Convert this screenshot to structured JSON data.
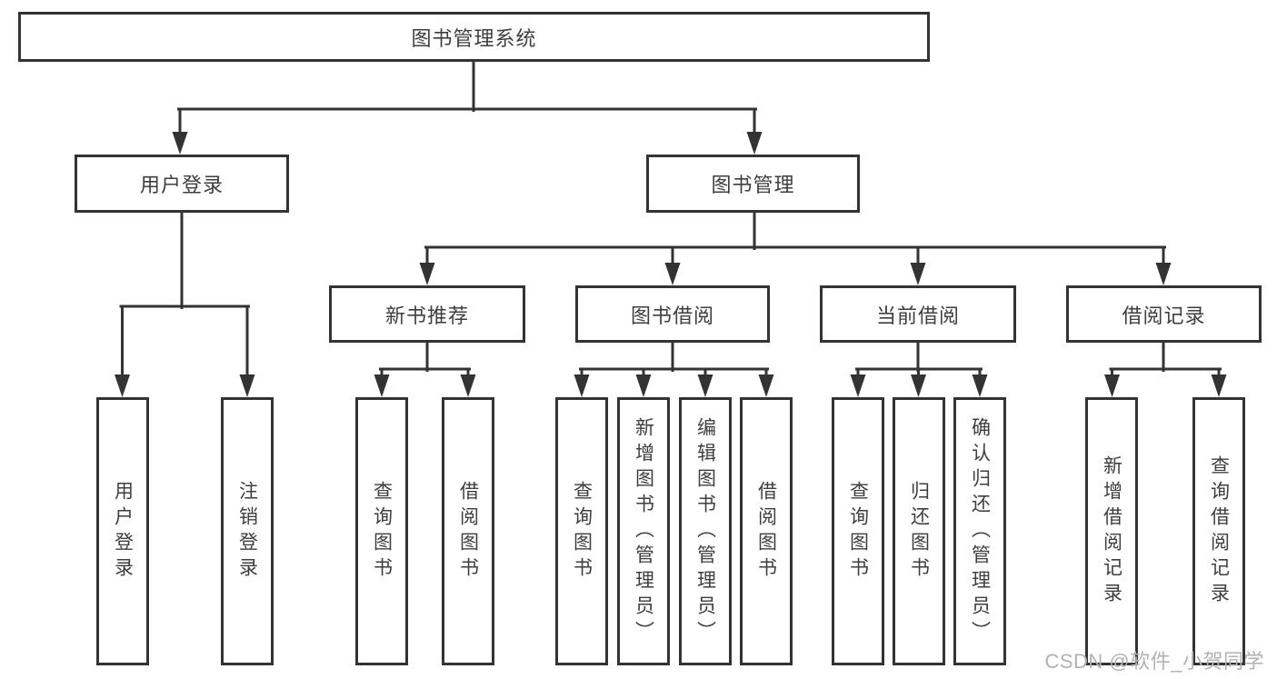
{
  "tree": {
    "root": {
      "label": "图书管理系统"
    },
    "branches": [
      {
        "label": "用户登录",
        "leaves": [
          "用户登录",
          "注销登录"
        ]
      },
      {
        "label": "图书管理",
        "groups": [
          {
            "label": "新书推荐",
            "leaves": [
              "查询图书",
              "借阅图书"
            ]
          },
          {
            "label": "图书借阅",
            "leaves": [
              "查询图书",
              "新增图书（管理员）",
              "编辑图书（管理员）",
              "借阅图书"
            ]
          },
          {
            "label": "当前借阅",
            "leaves": [
              "查询图书",
              "归还图书",
              "确认归还（管理员）"
            ]
          },
          {
            "label": "借阅记录",
            "leaves": [
              "新增借阅记录",
              "查询借阅记录"
            ]
          }
        ]
      }
    ]
  },
  "watermark": {
    "text": "CSDN @软件_小贺同学",
    "color": "#b2b2b2"
  },
  "colors": {
    "line": "#333333",
    "box_border": "#333333",
    "box_fill": "#ffffff",
    "text": "#3e3e40"
  }
}
